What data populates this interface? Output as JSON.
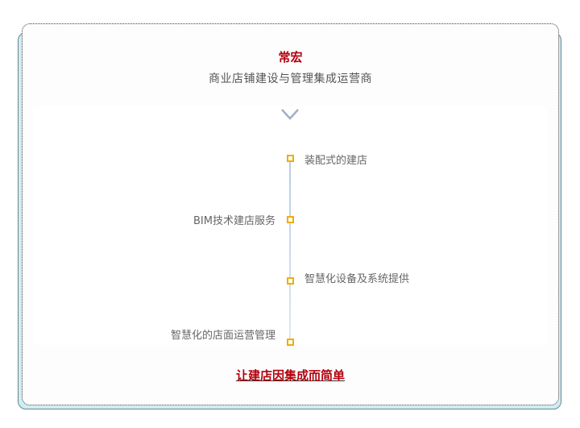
{
  "header": {
    "brand": "常宏",
    "tagline": "商业店铺建设与管理集成运营商"
  },
  "icons": {
    "chevron": "chevron-down-icon"
  },
  "timeline": {
    "items": [
      {
        "label": "装配式的建店",
        "side": "right"
      },
      {
        "label": "BIM技术建店服务",
        "side": "left"
      },
      {
        "label": "智慧化设备及系统提供",
        "side": "right"
      },
      {
        "label": "智慧化的店面运营管理",
        "side": "left"
      }
    ]
  },
  "footer": {
    "slogan": "让建店因集成而简单"
  },
  "colors": {
    "brand_red": "#b3000c",
    "node_orange": "#f0ad00",
    "line_blue": "#b6cde4",
    "frame_cyan": "#cdeef3",
    "chevron": "#9fb0c8"
  }
}
